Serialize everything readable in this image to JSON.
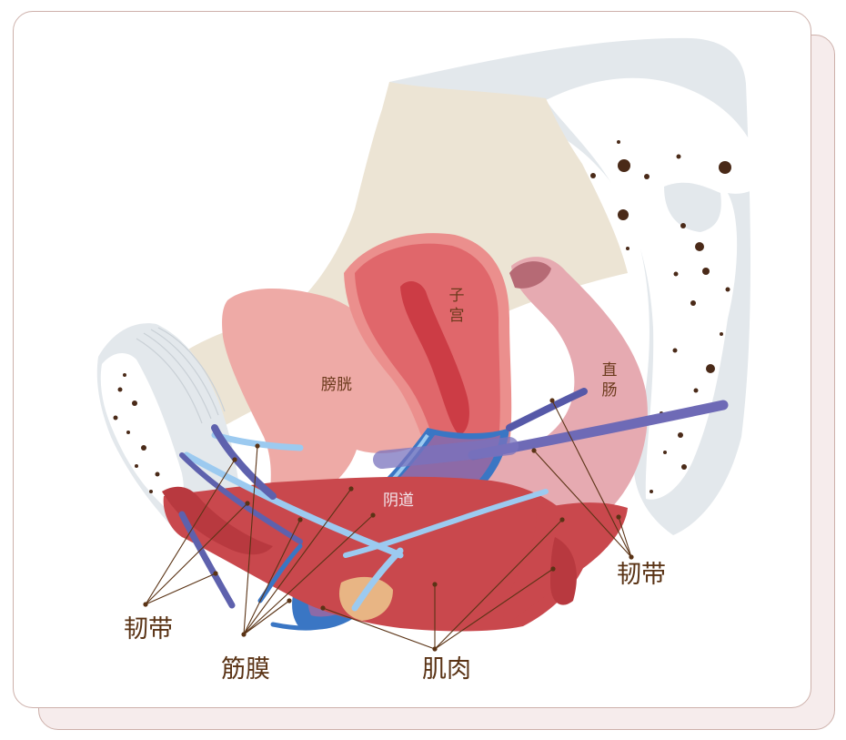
{
  "labels": {
    "uterus": "子宫",
    "bladder": "膀胱",
    "rectum": "直肠",
    "vagina": "阴道",
    "ligament_left": "韧带",
    "ligament_right": "韧带",
    "fascia": "筋膜",
    "muscle": "肌肉"
  },
  "colors": {
    "bone": "#ece4d4",
    "bone_cortex": "#e3e8ec",
    "marrow": "#ffffff",
    "marrow_dots": "#4a2a18",
    "bladder": "#eeaaa6",
    "uterus": "#e0676b",
    "uterus_wall": "#eb8f8d",
    "rectum": "#e6aab1",
    "muscle": "#c9484d",
    "ligament": "#6e6ab6",
    "fascia_dark": "#3a76c4",
    "fascia_light": "#9ccaf0",
    "leader": "#5a3315"
  }
}
